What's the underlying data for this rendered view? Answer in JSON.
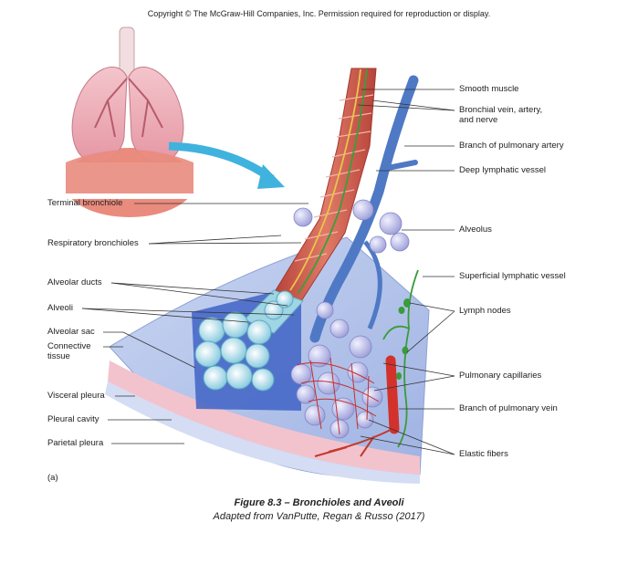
{
  "copyright": "Copyright © The McGraw-Hill Companies, Inc. Permission required for reproduction or display.",
  "labels_left": {
    "terminal_bronchiole": "Terminal bronchiole",
    "respiratory_bronchioles": "Respiratory bronchioles",
    "alveolar_ducts": "Alveolar ducts",
    "alveoli": "Alveoli",
    "alveolar_sac": "Alveolar sac",
    "connective_tissue_1": "Connective",
    "connective_tissue_2": "tissue",
    "visceral_pleura": "Visceral pleura",
    "pleural_cavity": "Pleural cavity",
    "parietal_pleura": "Parietal pleura"
  },
  "labels_right": {
    "smooth_muscle": "Smooth muscle",
    "bronchial_1": "Bronchial vein, artery,",
    "bronchial_2": "and nerve",
    "pulmonary_artery": "Branch of pulmonary artery",
    "deep_lymphatic": "Deep lymphatic vessel",
    "alveolus": "Alveolus",
    "superficial_lymphatic": "Superficial lymphatic vessel",
    "lymph_nodes": "Lymph nodes",
    "pulmonary_capillaries": "Pulmonary capillaries",
    "pulmonary_vein": "Branch of pulmonary vein",
    "elastic_fibers": "Elastic fibers"
  },
  "panel_letter": "(a)",
  "caption": {
    "title": "Figure 8.3 – Bronchioles and Aveoli",
    "source": "Adapted from VanPutte, Regan & Russo (2017)"
  },
  "colors": {
    "pleura_blue": "#b9c9ee",
    "pleura_pink": "#f0b7c4",
    "muscle_red": "#d2574a",
    "vessel_blue": "#4f79c4",
    "alveolus_lavender": "#c6c6ea",
    "duct_cyan": "#8fd2e3",
    "lymph_green": "#3b9b3b",
    "vein_red": "#d2322b",
    "arrow_cyan": "#3fb3dd"
  }
}
